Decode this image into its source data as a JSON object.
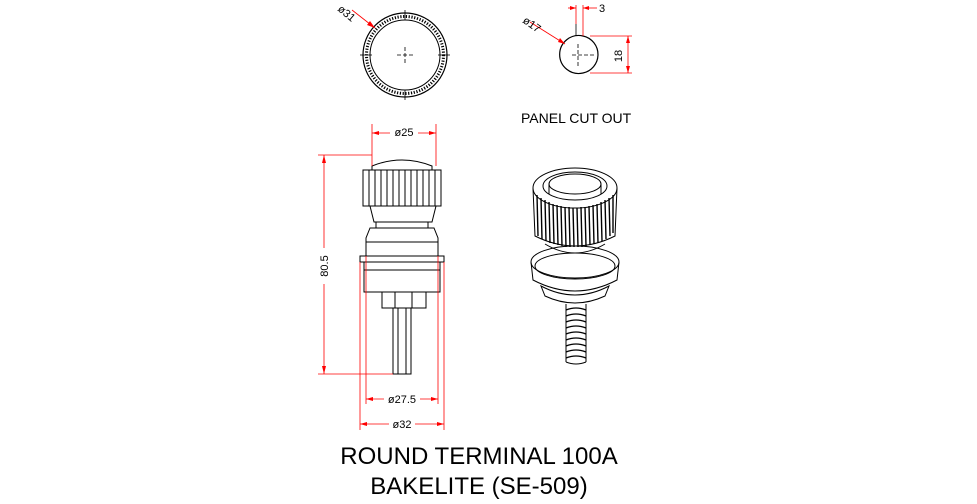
{
  "colors": {
    "dimension": "#ff0000",
    "outline": "#000000",
    "background": "#ffffff"
  },
  "dimensions": {
    "top_view_dia": "ø31",
    "cutout_dia": "ø17",
    "cutout_flat_width": "3",
    "cutout_flat_height": "18",
    "cap_dia": "ø25",
    "overall_height": "80.5",
    "flange_dia": "ø27.5",
    "base_dia": "ø32"
  },
  "labels": {
    "panel_cut_out": "PANEL CUT OUT"
  },
  "title": {
    "line1": "ROUND TERMINAL 100A",
    "line2": "BAKELITE (SE-509)"
  }
}
